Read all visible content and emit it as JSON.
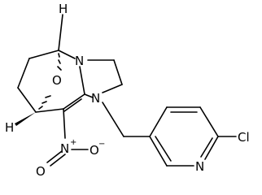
{
  "molecule": {
    "atoms": {
      "h_top": "H",
      "o_bridge": "O",
      "n_ring_top": "N",
      "n_ring_lower": "N",
      "h_left": "H",
      "n_nitro": "N",
      "n_nitro_charge": "+",
      "o_nitro_left": "O",
      "o_nitro_right": "O",
      "o_nitro_right_charge": "−",
      "n_pyridine": "N",
      "cl": "Cl"
    }
  }
}
